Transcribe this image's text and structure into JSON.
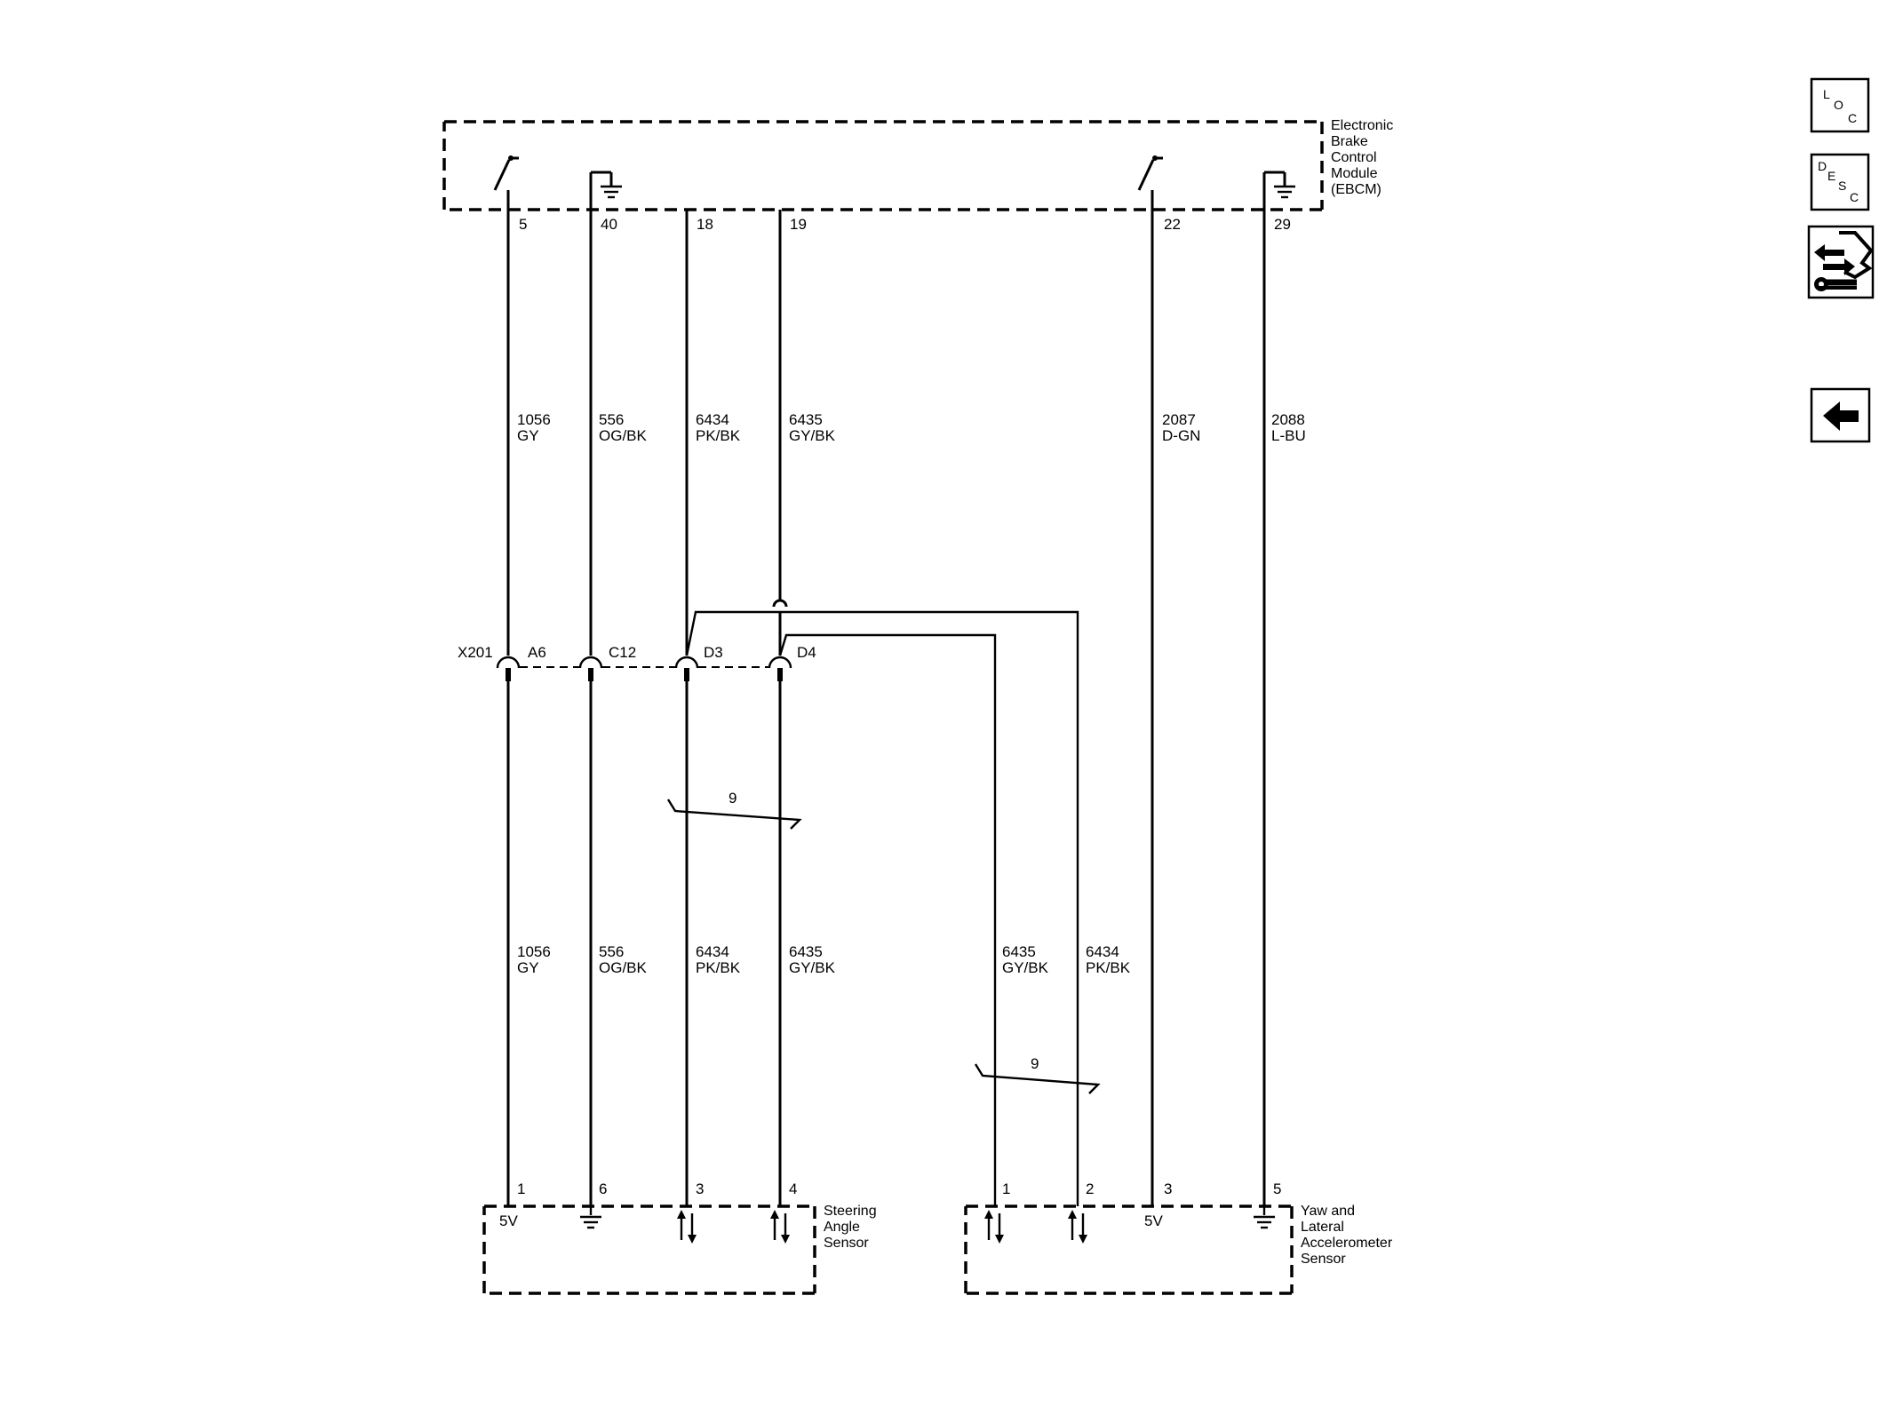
{
  "modules": {
    "ebcm": [
      "Electronic",
      "Brake",
      "Control",
      "Module",
      "(EBCM)"
    ],
    "steering": [
      "Steering",
      "Angle",
      "Sensor"
    ],
    "yaw": [
      "Yaw and",
      "Lateral",
      "Accelerometer",
      "Sensor"
    ]
  },
  "pins": {
    "ebcm": [
      "5",
      "40",
      "18",
      "19",
      "22",
      "29"
    ],
    "steering": [
      "1",
      "6",
      "3",
      "4"
    ],
    "yaw": [
      "1",
      "2",
      "3",
      "5"
    ]
  },
  "wires_upper": [
    {
      "circuit": "1056",
      "color": "GY"
    },
    {
      "circuit": "556",
      "color": "OG/BK"
    },
    {
      "circuit": "6434",
      "color": "PK/BK"
    },
    {
      "circuit": "6435",
      "color": "GY/BK"
    },
    {
      "circuit": "2087",
      "color": "D-GN"
    },
    {
      "circuit": "2088",
      "color": "L-BU"
    }
  ],
  "wires_lower": [
    {
      "circuit": "1056",
      "color": "GY"
    },
    {
      "circuit": "556",
      "color": "OG/BK"
    },
    {
      "circuit": "6434",
      "color": "PK/BK"
    },
    {
      "circuit": "6435",
      "color": "GY/BK"
    },
    {
      "circuit": "6435",
      "color": "GY/BK"
    },
    {
      "circuit": "6434",
      "color": "PK/BK"
    }
  ],
  "connector": {
    "name": "X201",
    "cavities": [
      "A6",
      "C12",
      "D3",
      "D4"
    ]
  },
  "twist_label": "9",
  "supply_label": "5V",
  "nav": {
    "loc": {
      "l": "L",
      "o": "O",
      "c": "C"
    },
    "desc": {
      "d": "D",
      "e": "E",
      "s": "S",
      "c": "C"
    }
  }
}
